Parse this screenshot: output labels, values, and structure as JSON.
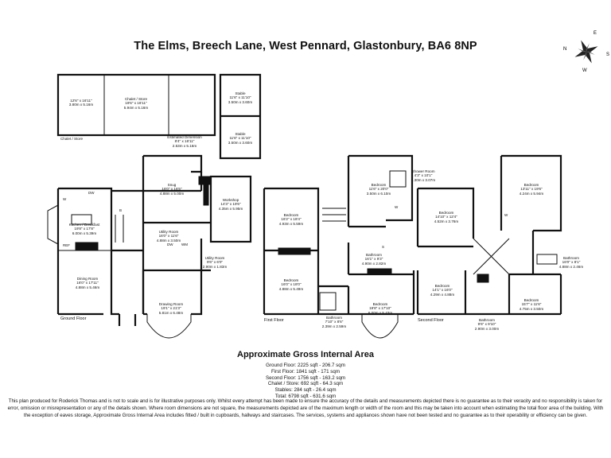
{
  "title": "The Elms, Breech Lane, West Pennard, Glastonbury, BA6 8NP",
  "compass": {
    "n": "N",
    "e": "E",
    "s": "S",
    "w": "W"
  },
  "rooms": {
    "chalet_store_left": {
      "name": "",
      "dims": "12'6\" x 16'11\"",
      "metric": "3.80m x 5.16m"
    },
    "chalet_store_main": {
      "name": "Chalet / Store",
      "dims": "19'6\" x 16'11\"",
      "metric": "5.94m x 5.16m"
    },
    "chalet_store_caption": {
      "name": "Chalet / Store"
    },
    "estimated_dimension": {
      "name": "Estimated Dimension",
      "dims": "8'4\" x 16'11\"",
      "metric": "2.53m x 5.16m"
    },
    "stable_top": {
      "name": "Stable",
      "dims": "11'6\" x 11'10\"",
      "metric": "3.50m x 3.60m"
    },
    "stable_bottom": {
      "name": "Stable",
      "dims": "11'6\" x 11'10\"",
      "metric": "3.50m x 3.60m"
    },
    "snug": {
      "name": "Snug",
      "dims": "16'0\" x 16'5\"",
      "metric": "4.88m x 5.00m"
    },
    "workshop": {
      "name": "Workshop",
      "dims": "14'3\" x 19'6\"",
      "metric": "4.35m x 5.95m"
    },
    "kitchen": {
      "name": "Kitchen / Breakfast",
      "dims": "19'8\" x 17'8\"",
      "metric": "6.00m x 5.39m"
    },
    "utility_1": {
      "name": "Utility Room",
      "dims": "16'0\" x 11'6\"",
      "metric": "4.88m x 3.50m"
    },
    "utility_2": {
      "name": "Utility Room",
      "dims": "9'6\" x 6'0\"",
      "metric": "2.90m x 1.83m"
    },
    "dining": {
      "name": "Dining Room",
      "dims": "16'0\" x 17'11\"",
      "metric": "4.88m x 5.46m"
    },
    "drawing": {
      "name": "Drawing Room",
      "dims": "19'1\" x 21'3\"",
      "metric": "5.81m x 6.48m"
    },
    "ff_bed_1": {
      "name": "Bedroom",
      "dims": "16'2\" x 18'4\"",
      "metric": "4.93m x 5.59m"
    },
    "ff_bed_2": {
      "name": "Bedroom",
      "dims": "11'6\" x 20'0\"",
      "metric": "3.50m x 6.10m"
    },
    "ff_bed_3": {
      "name": "Bedroom",
      "dims": "16'0\" x 18'0\"",
      "metric": "4.88m x 5.49m"
    },
    "ff_bed_4": {
      "name": "Bedroom",
      "dims": "19'8\" x 17'10\"",
      "metric": "6.00m x 5.43m"
    },
    "shower_room": {
      "name": "Shower Room",
      "dims": "4'3\" x 10'1\"",
      "metric": "1.30m x 3.07m"
    },
    "ff_bath_1": {
      "name": "Bathroom",
      "dims": "16'1\" x 9'3\"",
      "metric": "4.90m x 2.82m"
    },
    "ff_bath_2": {
      "name": "Bathroom",
      "dims": "7'10\" x 8'6\"",
      "metric": "2.39m x 2.59m"
    },
    "sf_bed_1": {
      "name": "Bedroom",
      "dims": "14'10\" x 12'4\"",
      "metric": "4.52m x 3.76m"
    },
    "sf_bed_2": {
      "name": "Bedroom",
      "dims": "13'11\" x 19'6\"",
      "metric": "4.24m x 5.94m"
    },
    "sf_bed_3": {
      "name": "Bedroom",
      "dims": "14'1\" x 16'0\"",
      "metric": "4.29m x 4.88m"
    },
    "sf_bed_4": {
      "name": "Bedroom",
      "dims": "15'7\" x 11'6\"",
      "metric": "4.75m x 3.50m"
    },
    "sf_bath_1": {
      "name": "Bathroom",
      "dims": "16'0\" x 8'1\"",
      "metric": "4.88m x 2.46m"
    },
    "sf_bath_2": {
      "name": "Bathroom",
      "dims": "9'6\" x 9'10\"",
      "metric": "2.90m x 3.00m"
    }
  },
  "fixture_labels": {
    "dw": "DW",
    "w1": "W",
    "w2": "W",
    "w3": "W",
    "dw2": "DW",
    "wm": "WM",
    "ref": "REF",
    "b": "B",
    "s": "S"
  },
  "floor_labels": {
    "ground": "Ground Floor",
    "first": "First Floor",
    "second": "Second Floor"
  },
  "area_title": "Approximate Gross Internal Area",
  "area_lines": [
    "Ground Floor: 2225 sqft - 206.7 sqm",
    "First Floor: 1841 sqft - 171 sqm",
    "Second Floor: 1756 sqft - 163.2 sqm",
    "Chalet / Store: 692 sqft - 64.3 sqm",
    "Stables: 284 sqft - 26.4 sqm",
    "Total: 6798 sqft - 631.6 sqm"
  ],
  "disclaimer": "This plan produced for Roderick Thomas and is not to scale and is for illustrative purposes only.  Whilst every attempt has been made to ensure the accuracy of the details and measurements depicted there is no guarantee as to their veracity and no responsibility is taken for error, omission or misrepresentation or any of the details shown.  Where room dimensions are not square, the measurements depicted are of the maximum length or width of the room and this may be taken into account when estimating the total floor area of the building.  With the exception of eaves storage, Approximate Gross Internal Area includes fitted / built in cupboards, hallways and staircases.  The services, systems and appliances shown have not been tested and no guarantee as to their operability or efficiency can be given."
}
